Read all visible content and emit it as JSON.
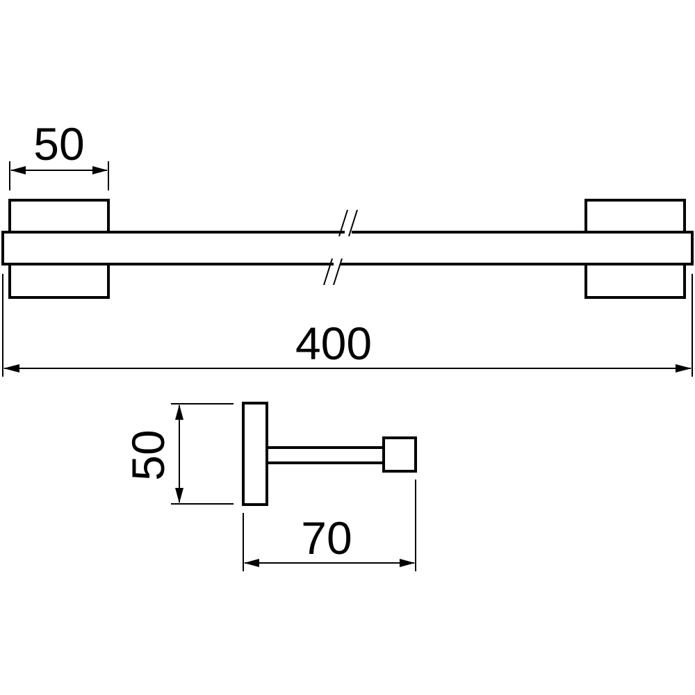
{
  "dimensions": {
    "mount_width": "50",
    "overall_length": "400",
    "side_height": "50",
    "side_depth": "70"
  },
  "colors": {
    "line": "#000000",
    "background": "#ffffff"
  }
}
